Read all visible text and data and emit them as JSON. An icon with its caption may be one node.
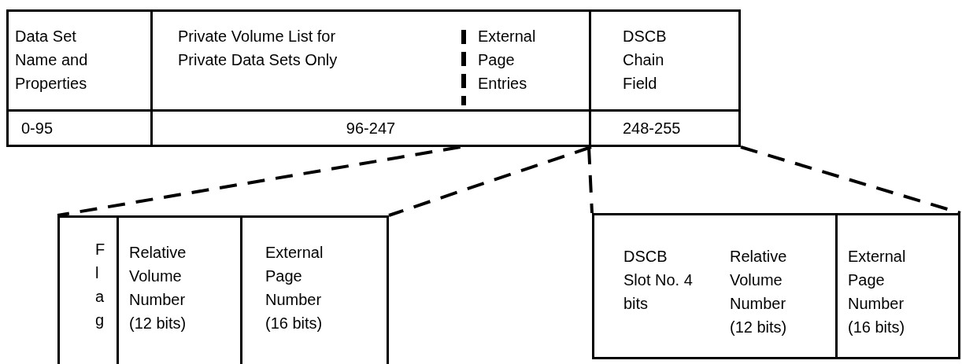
{
  "diagram": {
    "nodes": [
      {
        "text": [
          "Data Set Name and Properties"
        ]
      },
      {
        "text": [
          "Private Volume List for Private Data Sets Only"
        ]
      },
      {
        "text": [
          "External Page Entries"
        ]
      },
      {
        "text": [
          "DSCB Chain Field"
        ]
      },
      {
        "text": [
          "0-95"
        ]
      },
      {
        "text": [
          "96-247"
        ]
      },
      {
        "text": [
          "248-255"
        ]
      },
      {
        "text": [],
        "shape": "box"
      },
      {
        "text": [
          "Flag"
        ],
        "in": 7
      },
      {
        "text": [
          "Relative Volume Number (12 bits)"
        ],
        "in": 7
      },
      {
        "text": [
          "External Page Number (16 bits)"
        ],
        "in": 7
      },
      {
        "text": [],
        "shape": "box"
      },
      {
        "text": [
          "DSCB Slot No. 4 bits",
          "Relative Volume Number (12 bits)"
        ],
        "in": 11
      },
      {
        "text": [
          "External Page Number (16 bits)"
        ],
        "in": 11
      }
    ],
    "edges": [
      {
        "from": 5,
        "to": 7,
        "arrow": "none",
        "style": "dashed"
      },
      {
        "from": 5,
        "to": 7,
        "arrow": "none",
        "style": "dashed"
      },
      {
        "from": 6,
        "to": 11,
        "arrow": "none",
        "style": "dashed"
      },
      {
        "from": 6,
        "to": 11,
        "arrow": "none",
        "style": "dashed"
      }
    ]
  }
}
